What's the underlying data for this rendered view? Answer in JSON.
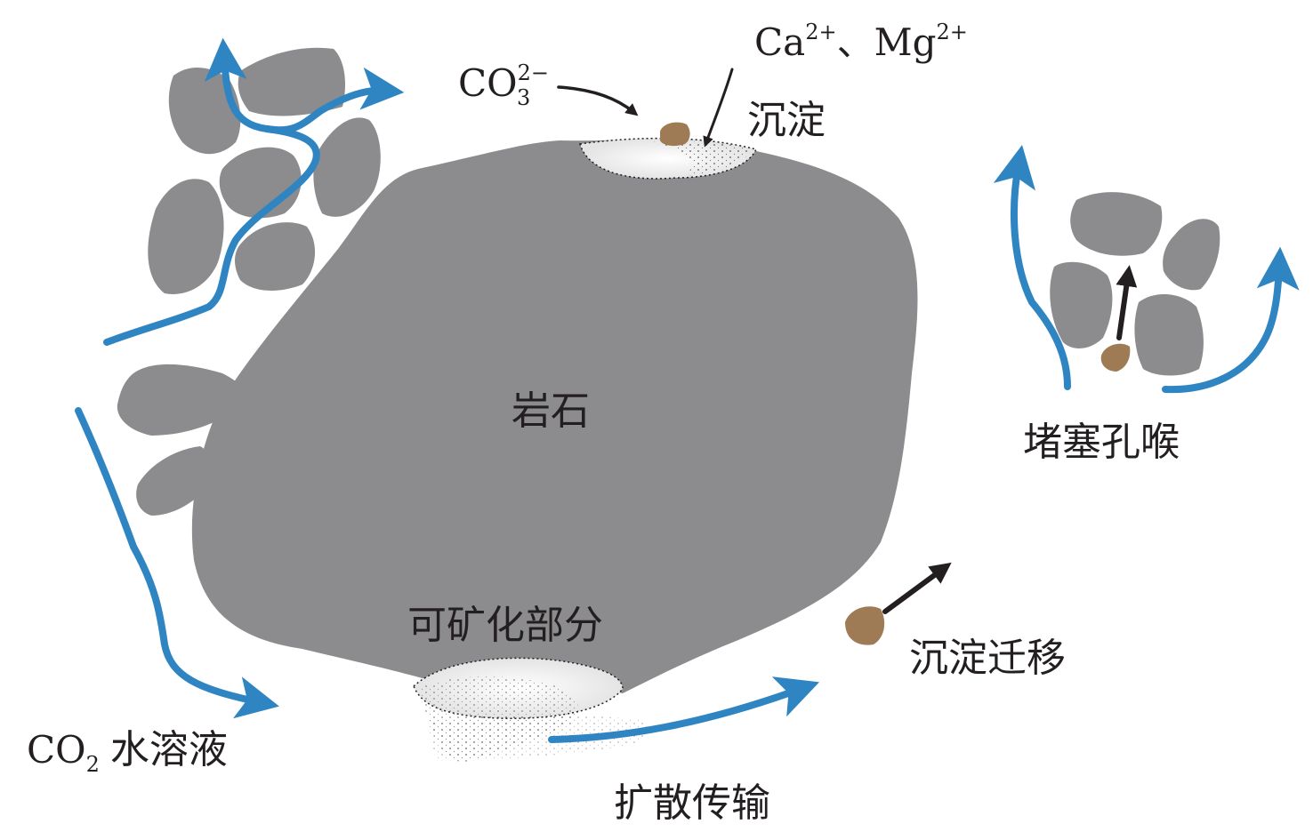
{
  "colors": {
    "rock": "#8c8b8d",
    "flow": "#2f85c2",
    "precipitate": "#9e7b55",
    "arrow": "#231f20",
    "text": "#231f20"
  },
  "labels": {
    "rock": "岩石",
    "mineralizable": "可矿化部分",
    "co2_solution_sub": "2",
    "co2_solution_text": "水溶液",
    "diffusion": "扩散传输",
    "migration": "沉淀迁移",
    "clogging": "堵塞孔喉",
    "precipitation": "沉淀",
    "carbonate_base": "CO",
    "carbonate_sub": "3",
    "carbonate_sup": "2−",
    "ca": "Ca",
    "ca_sup": "2+",
    "separator": "、",
    "mg": "Mg",
    "mg_sup": "2+",
    "co_prefix": "CO"
  }
}
